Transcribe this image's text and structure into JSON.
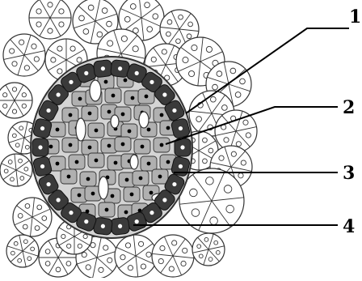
{
  "labels": [
    "1",
    "2",
    "3",
    "4"
  ],
  "colors": {
    "outline": "#333333",
    "acinar_fill": "#ffffff",
    "alpha_cell": "#3a3a3a",
    "beta_cell": "#b0b0b0",
    "capillary": "#ffffff",
    "leader": "#000000"
  }
}
